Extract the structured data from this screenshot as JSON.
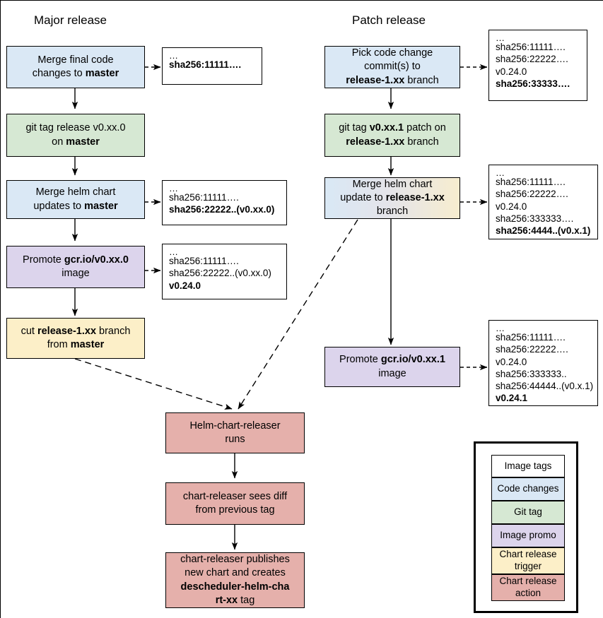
{
  "titles": {
    "major": "Major release",
    "patch": "Patch release"
  },
  "major_flow": [
    {
      "id": "merge-final-code",
      "kind": "code",
      "html": "Merge final code<br>changes to <b>master</b>"
    },
    {
      "id": "git-tag-release",
      "kind": "gittag",
      "html": "git tag release v0.xx.0<br>on <b>master</b>"
    },
    {
      "id": "merge-helm-chart",
      "kind": "code",
      "html": "Merge helm chart<br>updates to <b>master</b>"
    },
    {
      "id": "promote-image",
      "kind": "promo",
      "html": "Promote <b>gcr.io/v0.xx.0</b><br>image"
    },
    {
      "id": "cut-release",
      "kind": "trigger",
      "html": "cut <b>release-1.xx</b> branch<br>from <b>master</b>"
    }
  ],
  "patch_flow": [
    {
      "id": "pick-code-change",
      "kind": "code",
      "html": "Pick code change<br>commit(s) to<br><b>release-1.xx</b> branch"
    },
    {
      "id": "git-tag-patch",
      "kind": "gittag",
      "html": "git tag <b>v0.xx.1</b> patch on<br><b>release-1.xx</b> branch"
    },
    {
      "id": "merge-helm-chart-rel",
      "kind": "grad",
      "html": "Merge helm chart<br>update to <b>release-1.xx</b><br>branch"
    },
    {
      "id": "promote-image-patch",
      "kind": "promo",
      "html": "Promote <b>gcr.io/v0.xx.1</b><br>image"
    }
  ],
  "release_flow": [
    {
      "id": "helm-chart-releaser-runs",
      "kind": "action",
      "html": "Helm-chart-releaser<br>runs"
    },
    {
      "id": "chart-releaser-diff",
      "kind": "action",
      "html": "chart-releaser sees diff<br>from previous tag"
    },
    {
      "id": "chart-releaser-publishes",
      "kind": "action",
      "html": "chart-releaser publishes<br>new chart and creates<br><b>descheduler-helm-cha<br>rt-xx</b> tag"
    }
  ],
  "tag_boxes": [
    {
      "id": "tags-after-merge-final-code",
      "lines": [
        {
          "text": "…",
          "bold": false,
          "dots": true
        },
        {
          "text": "sha256:11111….",
          "bold": true
        }
      ]
    },
    {
      "id": "tags-after-merge-helm-chart",
      "lines": [
        {
          "text": "…",
          "bold": false,
          "dots": true
        },
        {
          "text": "sha256:11111….",
          "bold": false
        },
        {
          "text": "sha256:22222..(v0.xx.0)",
          "bold": true
        }
      ]
    },
    {
      "id": "tags-after-promote-image",
      "lines": [
        {
          "text": "…",
          "bold": false,
          "dots": true
        },
        {
          "text": "sha256:11111….",
          "bold": false
        },
        {
          "text": "sha256:22222..(v0.xx.0)",
          "bold": false
        },
        {
          "text": "v0.24.0",
          "bold": true
        }
      ]
    },
    {
      "id": "tags-after-pick-code-change",
      "lines": [
        {
          "text": "…",
          "bold": false,
          "dots": true
        },
        {
          "text": "sha256:11111….",
          "bold": false
        },
        {
          "text": "sha256:22222….",
          "bold": false
        },
        {
          "text": "v0.24.0",
          "bold": false
        },
        {
          "text": "sha256:33333….",
          "bold": true
        }
      ]
    },
    {
      "id": "tags-after-merge-helm-chart-rel",
      "lines": [
        {
          "text": "…",
          "bold": false,
          "dots": true
        },
        {
          "text": "sha256:11111….",
          "bold": false
        },
        {
          "text": "sha256:22222….",
          "bold": false
        },
        {
          "text": "v0.24.0",
          "bold": false
        },
        {
          "text": "sha256:333333….",
          "bold": false
        },
        {
          "text": "sha256:4444..(v0.x.1)",
          "bold": true
        }
      ]
    },
    {
      "id": "tags-after-promote-image-patch",
      "lines": [
        {
          "text": "…",
          "bold": false,
          "dots": true
        },
        {
          "text": "sha256:11111….",
          "bold": false
        },
        {
          "text": "sha256:22222….",
          "bold": false
        },
        {
          "text": "v0.24.0",
          "bold": false
        },
        {
          "text": "sha256:333333..",
          "bold": false
        },
        {
          "text": "sha256:44444..(v0.x.1)",
          "bold": false
        },
        {
          "text": "v0.24.1",
          "bold": true
        }
      ]
    }
  ],
  "legend": {
    "items": [
      {
        "id": "legend-image-tags",
        "label": "Image tags",
        "color": "#ffffff"
      },
      {
        "id": "legend-code-changes",
        "label": "Code changes",
        "color": "#dae8f5"
      },
      {
        "id": "legend-git-tag",
        "label": "Git tag",
        "color": "#d6e8d3"
      },
      {
        "id": "legend-image-promo",
        "label": "Image promo",
        "color": "#dcd4ec"
      },
      {
        "id": "legend-chart-trigger",
        "label": "Chart release trigger",
        "color": "#fcefc8"
      },
      {
        "id": "legend-chart-action",
        "label": "Chart release action",
        "color": "#e5b0ab"
      }
    ]
  },
  "colors": {
    "code_changes": "#dae8f5",
    "git_tag": "#d6e8d3",
    "image_promo": "#dcd4ec",
    "chart_release_trigger": "#fcefc8",
    "chart_release_action": "#e5b0ab",
    "stroke": "#000000",
    "background": "#ffffff"
  }
}
